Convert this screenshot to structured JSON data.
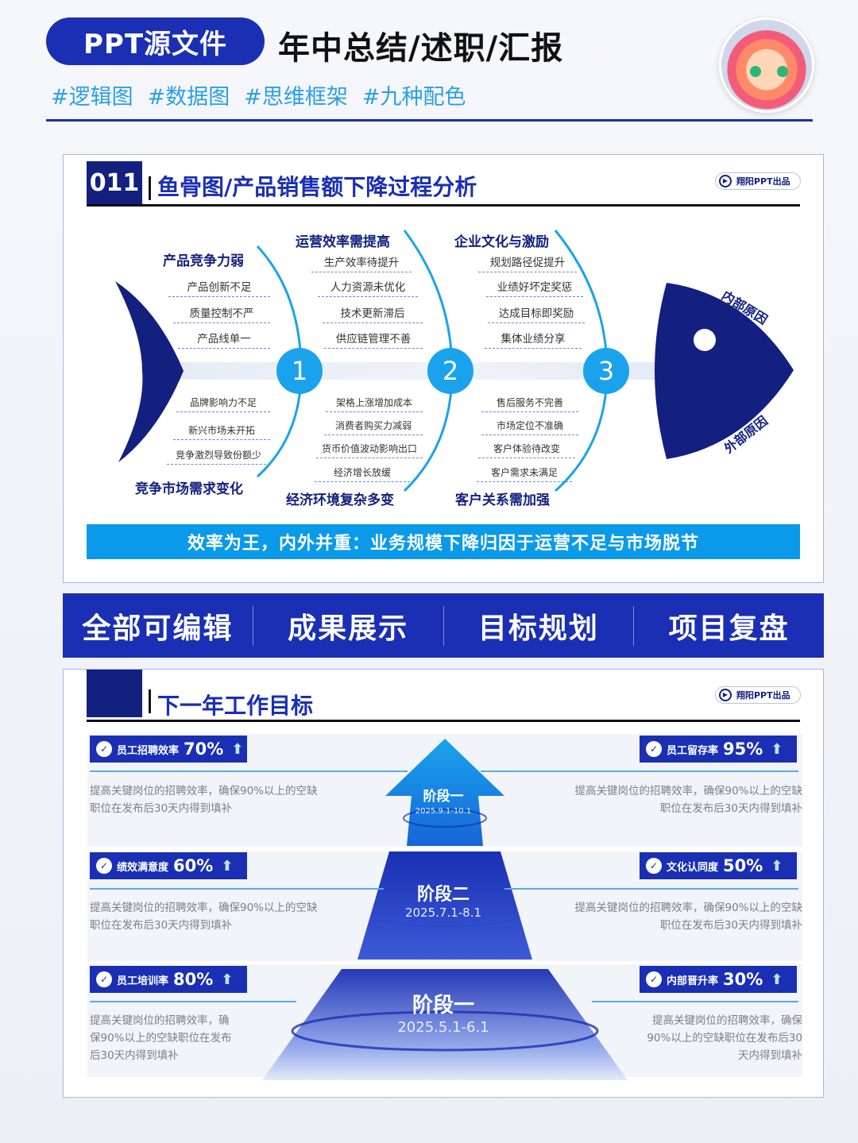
{
  "header": {
    "pill": "PPT源文件",
    "title": "年中总结/述职/汇报",
    "tags": [
      "#逻辑图",
      "#数据图",
      "#思维框架",
      "#九种配色"
    ]
  },
  "section1": {
    "number": "011",
    "title": "鱼骨图/产品销售额下降过程分析",
    "chip": "翔阳PPT出品",
    "top_groups": [
      {
        "title": "产品竞争力弱",
        "items": [
          "产品创新不足",
          "质量控制不严",
          "产品线单一"
        ]
      },
      {
        "title": "运营效率需提高",
        "items": [
          "生产效率待提升",
          "人力资源未优化",
          "技术更新滞后",
          "供应链管理不善"
        ]
      },
      {
        "title": "企业文化与激励",
        "items": [
          "规划路径促提升",
          "业绩好坏定奖惩",
          "达成目标即奖励",
          "集体业绩分享"
        ]
      }
    ],
    "bottom_groups": [
      {
        "title": "竞争市场需求变化",
        "items": [
          "品牌影响力不足",
          "新兴市场未开拓",
          "竞争激烈导致份额少"
        ]
      },
      {
        "title": "经济环境复杂多变",
        "items": [
          "架格上涨增加成本",
          "消费者购买力减弱",
          "货币价值波动影响出口",
          "经济增长放缓"
        ]
      },
      {
        "title": "客户关系需加强",
        "items": [
          "售后服务不完善",
          "市场定位不准确",
          "客户体验待改变",
          "客户需求未满足"
        ]
      }
    ],
    "nodes": [
      "1",
      "2",
      "3"
    ],
    "head_labels": {
      "top": "内部原因",
      "bottom": "外部原因"
    },
    "banner": "效率为王，内外并重：业务规模下降归因于运营不足与市场脱节"
  },
  "midbar": [
    "全部可编辑",
    "成果展示",
    "目标规划",
    "项目复盘"
  ],
  "section2": {
    "title": "下一年工作目标",
    "chip": "翔阳PPT出品",
    "goals_left": [
      {
        "label": "员工招聘效率",
        "pct": "70%",
        "desc": [
          "提高关键岗位的招聘效率，确保90%以上的空缺",
          "职位在发布后30天内得到填补"
        ]
      },
      {
        "label": "绩效满意度",
        "pct": "60%",
        "desc": [
          "提高关键岗位的招聘效率，确保90%以上的空缺",
          "职位在发布后30天内得到填补"
        ]
      },
      {
        "label": "员工培训率",
        "pct": "80%",
        "desc": [
          "提高关键岗位的招聘效率，确",
          "保90%以上的空缺职位在发布",
          "后30天内得到填补"
        ]
      }
    ],
    "goals_right": [
      {
        "label": "员工留存率",
        "pct": "95%",
        "desc": [
          "提高关键岗位的招聘效率，确保90%以上的空缺",
          "职位在发布后30天内得到填补"
        ]
      },
      {
        "label": "文化认同度",
        "pct": "50%",
        "desc": [
          "提高关键岗位的招聘效率，确保90%以上的空缺",
          "职位在发布后30天内得到填补"
        ]
      },
      {
        "label": "内部晋升率",
        "pct": "30%",
        "desc": [
          "提高关键岗位的招聘效率，确保",
          "90%以上的空缺职位在发布后30",
          "天内得到填补"
        ]
      }
    ],
    "stages": [
      {
        "title": "阶段一",
        "date": "2025.9.1-10.1"
      },
      {
        "title": "阶段二",
        "date": "2025.7.1-8.1"
      },
      {
        "title": "阶段一",
        "date": "2025.5.1-6.1"
      }
    ]
  },
  "colors": {
    "primary": "#1a2fb3",
    "dark": "#13207f",
    "accent": "#1aa3ec",
    "tag_text": "#2a9fe8"
  },
  "icons": [
    "check-icon",
    "arrow-up-icon",
    "play-circle-icon"
  ]
}
